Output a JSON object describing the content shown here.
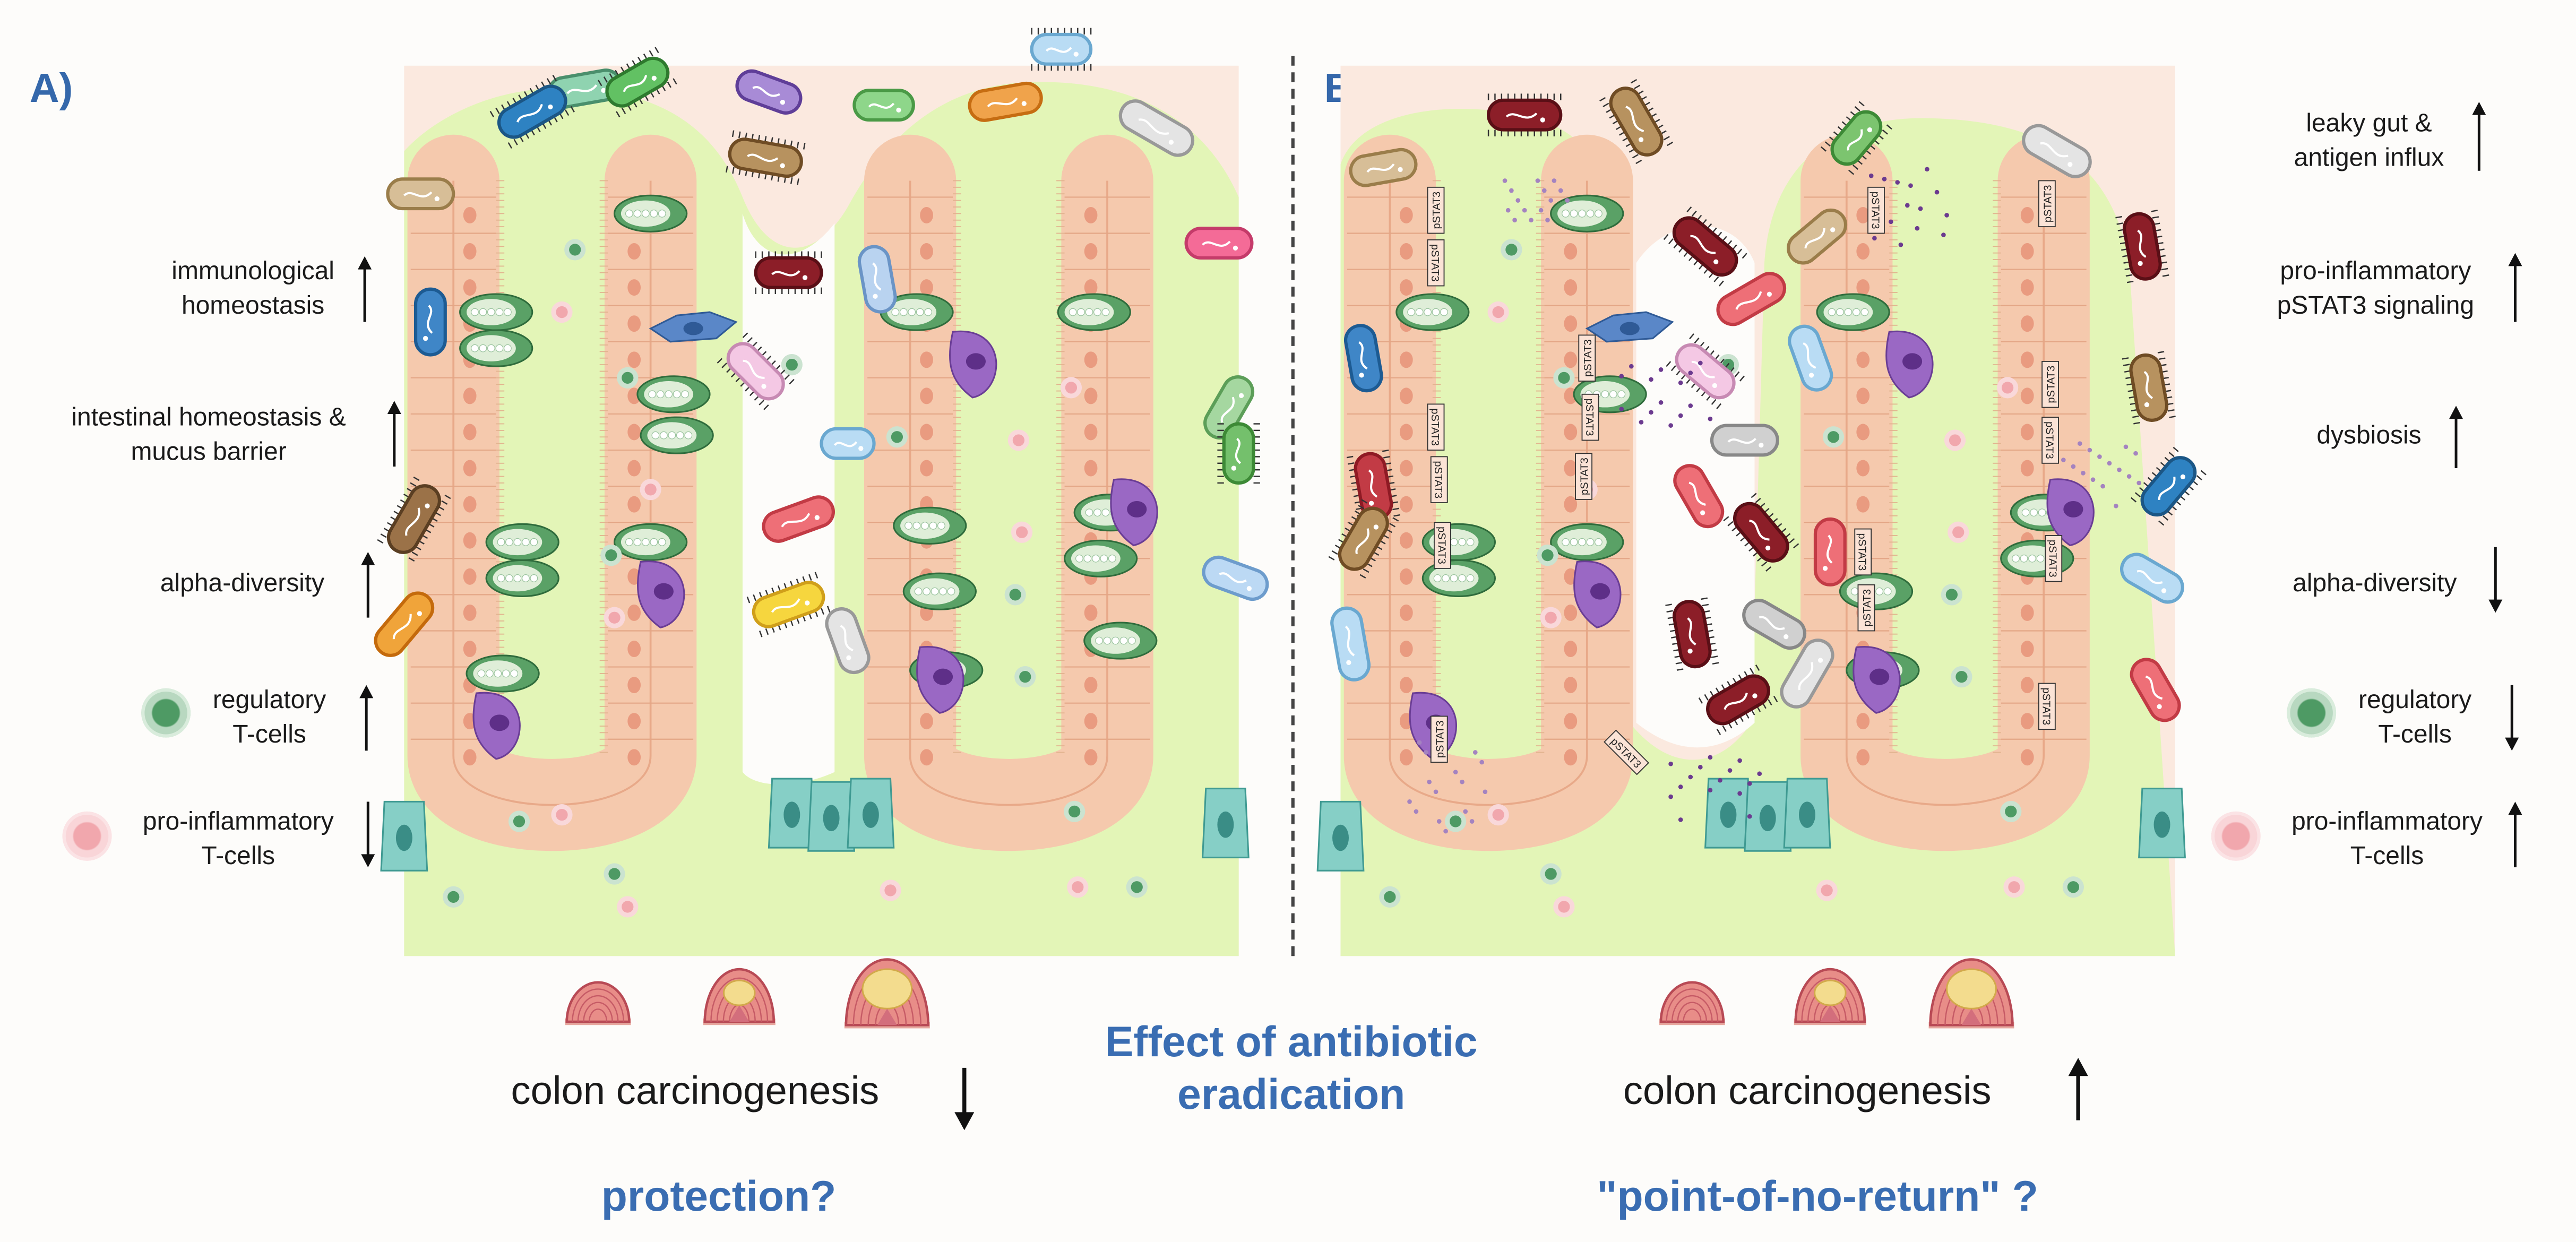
{
  "panel_a": {
    "label": "A)",
    "markers": [
      {
        "text": "immunological\nhomeostasis",
        "arrow": "up"
      },
      {
        "text": "intestinal homeostasis &\nmucus barrier",
        "arrow": "up"
      },
      {
        "text": "alpha-diversity",
        "arrow": "up"
      },
      {
        "text": "regulatory\nT-cells",
        "arrow": "up"
      },
      {
        "text": "pro-inflammatory\nT-cells",
        "arrow": "down"
      }
    ],
    "carcinogenesis": {
      "text": "colon carcinogenesis",
      "arrow": "down"
    },
    "question": "protection?"
  },
  "panel_b": {
    "label": "B)",
    "markers": [
      {
        "text": "leaky gut &\nantigen influx",
        "arrow": "up"
      },
      {
        "text": "pro-inflammatory\npSTAT3 signaling",
        "arrow": "up"
      },
      {
        "text": "dysbiosis",
        "arrow": "up"
      },
      {
        "text": "alpha-diversity",
        "arrow": "down"
      },
      {
        "text": "regulatory\nT-cells",
        "arrow": "down"
      },
      {
        "text": "pro-inflammatory\nT-cells",
        "arrow": "up"
      }
    ],
    "cell_stamp": "pSTAT3",
    "carcinogenesis": {
      "text": "colon carcinogenesis",
      "arrow": "up"
    },
    "question": "\"point-of-no-return\" ?"
  },
  "center_title": "Effect of antibiotic\neradication",
  "colors": {
    "heading_blue": "#3568ab",
    "mucus": "#dff5ae",
    "lamina": "#fcebe2",
    "epithelium": "#f8d2bc",
    "goblet": "#4f9a5d",
    "tuft_cell": "#8a58b8",
    "stem_cell": "#7fcbc2",
    "treg": "#4e9a64",
    "proinflammatory_t": "#f1a7ad"
  }
}
